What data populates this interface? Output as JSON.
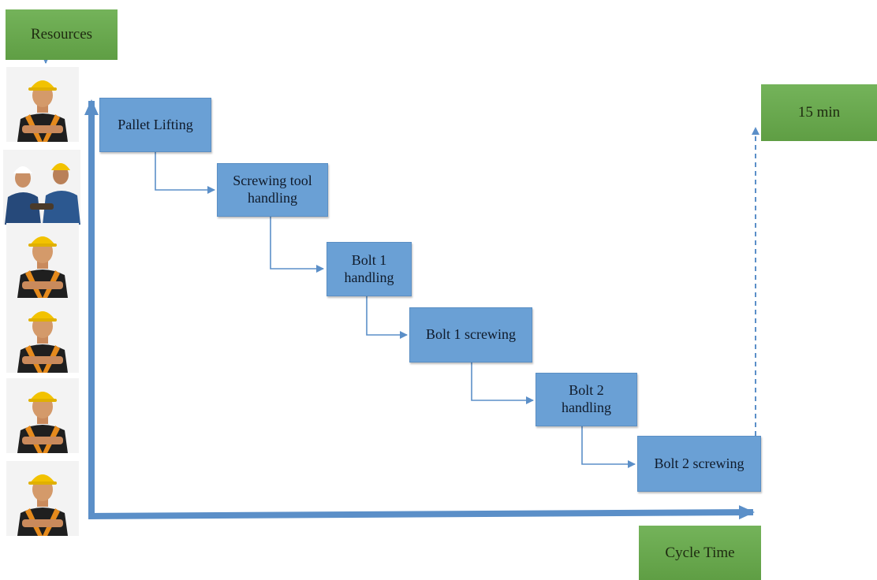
{
  "resources_label": "Resources",
  "x_axis_label": "Cycle Time",
  "time_label": "15 min",
  "steps": [
    {
      "line1": "Pallet Lifting",
      "line2": ""
    },
    {
      "line1": "Screwing tool",
      "line2": "handling"
    },
    {
      "line1": "Bolt 1",
      "line2": "handling"
    },
    {
      "line1": "Bolt 1 screwing",
      "line2": ""
    },
    {
      "line1": "Bolt 2",
      "line2": "handling"
    },
    {
      "line1": "Bolt 2 screwing",
      "line2": ""
    }
  ],
  "resources": [
    {
      "icon": "worker-icon"
    },
    {
      "icon": "two-workers-icon"
    },
    {
      "icon": "worker-icon"
    },
    {
      "icon": "worker-icon"
    },
    {
      "icon": "worker-icon"
    },
    {
      "icon": "worker-icon"
    }
  ],
  "colors": {
    "step_fill": "#6aa0d5",
    "arrow": "#5b8fc8",
    "label_fill": "#6aa84f"
  }
}
